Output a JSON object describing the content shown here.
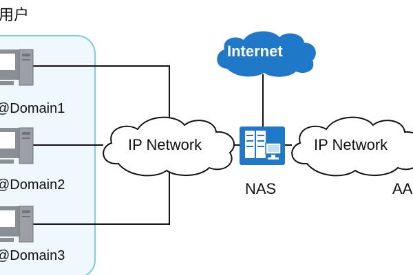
{
  "user_group": {
    "title": "用户",
    "users": [
      {
        "label": "@Domain1"
      },
      {
        "label": "@Domain2"
      },
      {
        "label": "@Domain3"
      }
    ]
  },
  "clouds": {
    "left_network": "IP Network",
    "right_network": "IP Network",
    "internet": "Internet"
  },
  "nas": {
    "label": "NAS"
  },
  "aaa": {
    "label": "AA"
  },
  "colors": {
    "user_group_fill": "#eef8fd",
    "user_group_border": "#7ccbe8",
    "internet_cloud": "#1f78c8",
    "nas_device": "#1f78c8",
    "line": "#111111"
  }
}
